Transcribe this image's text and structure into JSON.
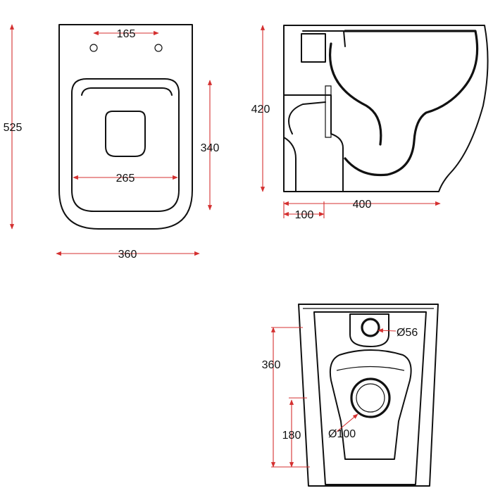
{
  "colors": {
    "dimension_line": "#d43030",
    "outline": "#111111",
    "background": "#ffffff"
  },
  "top_view": {
    "overall_length": "525",
    "hole_spacing": "165",
    "seat_depth": "340",
    "seat_width": "265",
    "overall_width": "360"
  },
  "side_view": {
    "height": "420",
    "depth": "400",
    "outlet_offset": "100"
  },
  "rear_view": {
    "inlet_height": "360",
    "outlet_height": "180",
    "inlet_diameter": "Ø56",
    "outlet_diameter": "Ø100"
  }
}
